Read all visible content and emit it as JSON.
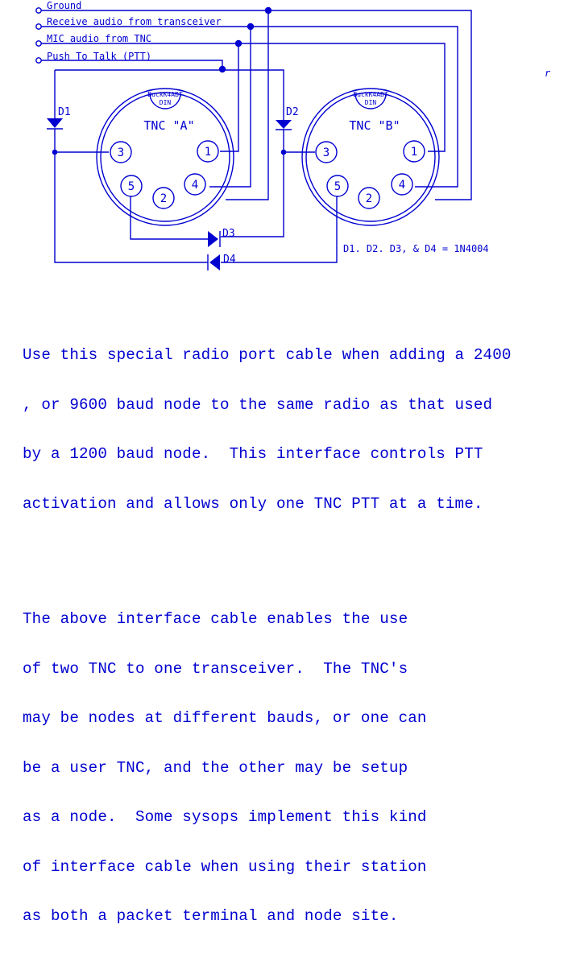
{
  "inputs": {
    "ground": "Ground",
    "receive_audio": "Receive audio from transceiver",
    "mic_audio": "MIC audio from TNC",
    "ptt": "Push To Talk (PTT)"
  },
  "connectors": [
    {
      "name": "TNC \"A\"",
      "din_label": "DIN",
      "maker": "BuckK4ABT",
      "pins": [
        "1",
        "2",
        "3",
        "4",
        "5"
      ]
    },
    {
      "name": "TNC \"B\"",
      "din_label": "DIN",
      "maker": "BuckK4ABT",
      "pins": [
        "1",
        "2",
        "3",
        "4",
        "5"
      ]
    }
  ],
  "diodes": [
    "D1",
    "D2",
    "D3",
    "D4"
  ],
  "diode_note": "D1. D2. D3, & D4 = 1N4004",
  "stray_mark": "r",
  "paragraphs": [
    [
      "Use this special radio port cable when adding a 2400",
      ", or 9600 baud node to the same radio as that used",
      "by a 1200 baud node.  This interface controls PTT",
      "activation and allows only one TNC PTT at a time."
    ],
    [
      "The above interface cable enables the use",
      "of two TNC to one transceiver.  The TNC's",
      "may be nodes at different bauds, or one can",
      "be a user TNC, and the other may be setup",
      "as a node.  Some sysops implement this kind",
      "of interface cable when using their station",
      "as both a packet terminal and node site."
    ]
  ],
  "colors": {
    "ink": "#0000d0",
    "background": "#ffffff"
  }
}
